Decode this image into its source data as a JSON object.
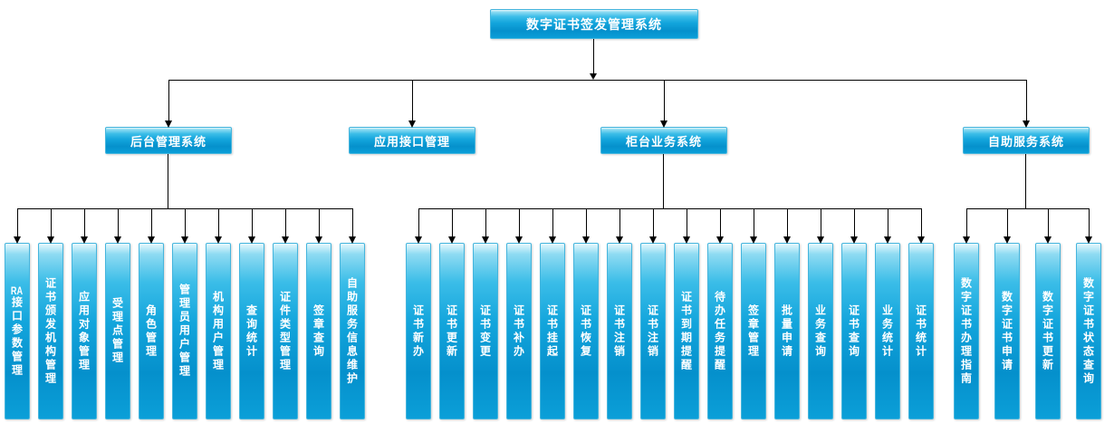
{
  "root": {
    "label": "数字证书签发管理系统"
  },
  "branches": [
    {
      "label": "后台管理系统",
      "children": [
        "RA接口参数管理",
        "证书颁发机构管理",
        "应用对象管理",
        "受理点管理",
        "角色管理",
        "管理员用户管理",
        "机构用户管理",
        "查询统计",
        "证件类型管理",
        "签章查询",
        "自助服务信息维护"
      ]
    },
    {
      "label": "应用接口管理",
      "children": []
    },
    {
      "label": "柜台业务系统",
      "children": [
        "证书新办",
        "证书更新",
        "证书变更",
        "证书补办",
        "证书挂起",
        "证书恢复",
        "证书注销",
        "证书注销",
        "证书到期提醒",
        "待办任务提醒",
        "签章管理",
        "批量申请",
        "业务查询",
        "证书查询",
        "业务统计",
        "证书统计"
      ]
    },
    {
      "label": "自助服务系统",
      "children": [
        "数字证书办理指南",
        "数字证书申请",
        "数字证书更新",
        "数字证书状态查询"
      ]
    }
  ],
  "colors": {
    "node_gradient_top": "#8edbf2",
    "node_gradient_bottom": "#0b9fd8",
    "node_border": "#45b5dd",
    "node_text": "#ffffff",
    "connector": "#000000",
    "background": "#ffffff"
  }
}
